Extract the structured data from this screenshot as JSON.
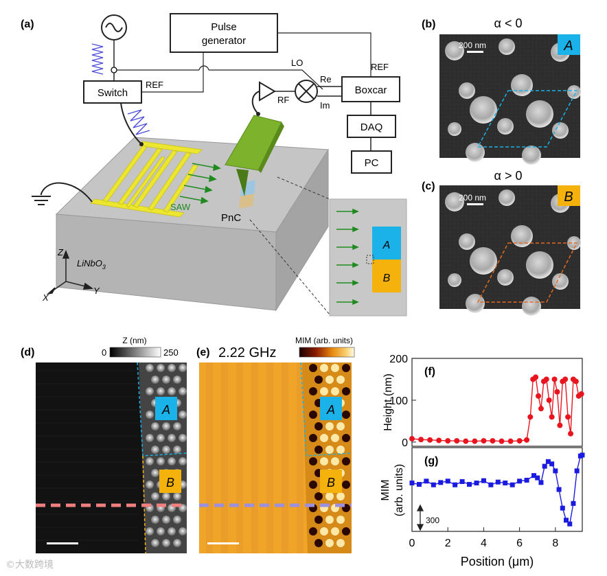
{
  "panel_labels": {
    "a": "(a)",
    "b": "(b)",
    "c": "(c)",
    "d": "(d)",
    "e": "(e)",
    "f": "(f)",
    "g": "(g)"
  },
  "schematic": {
    "pulse_generator": [
      "Pulse",
      "generator"
    ],
    "switch": "Switch",
    "boxcar": "Boxcar",
    "daq": "DAQ",
    "pc": "PC",
    "ref_left": "REF",
    "ref_right": "REF",
    "lo": "LO",
    "re": "Re",
    "im": "Im",
    "rf": "RF",
    "saw": "SAW",
    "pnc": "PnC",
    "substrate": "LiNbO",
    "substrate_sub": "3",
    "axis_z": "Z",
    "axis_x": "X",
    "axis_y": "Y",
    "domain_a": "A",
    "domain_b": "B"
  },
  "sem": {
    "b_title": "α < 0",
    "c_title": "α > 0",
    "scale": "200 nm",
    "tag_b": "A",
    "tag_c": "B"
  },
  "topo": {
    "colorbar_label": "Z (nm)",
    "cb_min": "0",
    "cb_max": "250",
    "tag_a": "A",
    "tag_b": "B"
  },
  "mim": {
    "freq": "2.22 GHz",
    "colorbar_label": "MIM (arb. units)",
    "tag_a": "A",
    "tag_b": "B"
  },
  "colors": {
    "domain_a": "#1ab2e8",
    "domain_b": "#f5b20c",
    "height_line": "#e8141e",
    "mim_line": "#1a1ae0",
    "idt": "#ece630",
    "tip": "#7cb22c",
    "dash_d": "#f08080",
    "dash_e": "#9a8fe0"
  },
  "chart_data": [
    {
      "type": "line",
      "panel": "(f)",
      "ylabel": "Height (nm)",
      "ylim": [
        -10,
        200
      ],
      "yticks": [
        "0",
        "100",
        "200"
      ],
      "xlim": [
        0,
        9.5
      ],
      "series": [
        {
          "x": [
            0,
            0.5,
            1,
            1.5,
            2,
            2.5,
            3,
            3.5,
            4,
            4.5,
            5,
            5.5,
            6,
            6.4,
            6.6,
            6.75,
            6.9,
            7.05,
            7.2,
            7.35,
            7.5,
            7.65,
            7.8,
            7.95,
            8.1,
            8.25,
            8.4,
            8.55,
            8.7,
            8.85,
            9.0,
            9.15,
            9.3,
            9.45
          ],
          "y": [
            8,
            6,
            5,
            4,
            3,
            3,
            2,
            2,
            3,
            3,
            2,
            2,
            3,
            5,
            60,
            150,
            155,
            110,
            80,
            145,
            150,
            100,
            60,
            150,
            120,
            40,
            145,
            150,
            60,
            20,
            150,
            145,
            110,
            115
          ]
        }
      ]
    },
    {
      "type": "line",
      "panel": "(g)",
      "ylabel": "MIM (arb. units)",
      "annotation": "300",
      "xlabel": "Position (μm)",
      "xlim": [
        0,
        9.5
      ],
      "xticks": [
        "0",
        "2",
        "4",
        "6",
        "8"
      ],
      "ylim": [
        0,
        1800
      ],
      "series": [
        {
          "x": [
            0,
            0.4,
            0.8,
            1.2,
            1.6,
            2.0,
            2.4,
            2.8,
            3.2,
            3.6,
            4.0,
            4.4,
            4.8,
            5.2,
            5.6,
            6.0,
            6.4,
            6.8,
            7.0,
            7.2,
            7.4,
            7.6,
            7.8,
            8.0,
            8.2,
            8.4,
            8.6,
            8.8,
            9.0,
            9.2,
            9.4,
            9.5
          ],
          "y": [
            1040,
            1010,
            1080,
            1000,
            1050,
            1080,
            1000,
            1070,
            1010,
            1040,
            1090,
            1000,
            1060,
            1040,
            1000,
            1080,
            1100,
            1200,
            1150,
            1050,
            1400,
            1500,
            1450,
            1300,
            900,
            500,
            240,
            160,
            600,
            1300,
            1620,
            1640
          ]
        }
      ]
    }
  ]
}
